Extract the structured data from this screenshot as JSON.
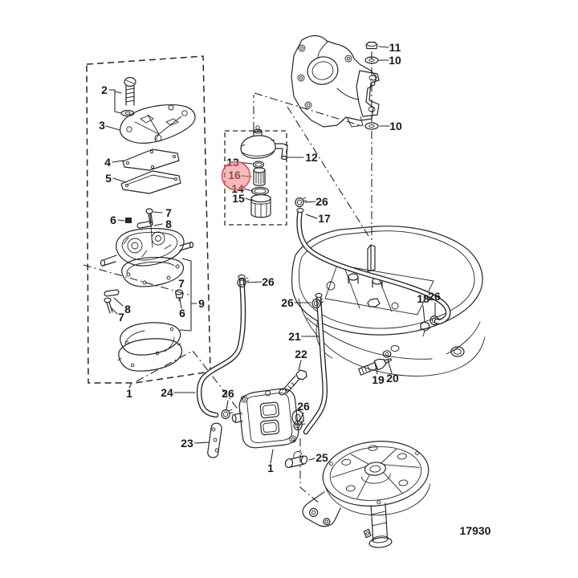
{
  "diagram": {
    "type": "exploded-parts-diagram",
    "sheet_number": "17930",
    "background_color": "#ffffff",
    "ink_color": "#262626",
    "highlight": {
      "highlighted_part": "16",
      "fill_color": "#f08080",
      "stroke_color": "#d25858"
    }
  },
  "callouts": {
    "screw_top": "2",
    "cover_top": "3",
    "diaphragm_upper": "4",
    "gasket_upper": "5",
    "valve_left": "6",
    "screw_small_top": "7",
    "pin_top": "8",
    "pin_left": "8",
    "screw_left": "7",
    "screw_right": "7",
    "valve_right": "6",
    "pump_body": "9",
    "pump_exploded": "1",
    "oring": "13",
    "filter_element": "16",
    "seal": "14",
    "bowl": "15",
    "filter_assembly": "12",
    "nut": "11",
    "washer_top": "10",
    "washer_bottom": "10",
    "clamp_hose17": "26",
    "hose_upper": "17",
    "clamp_hose24": "26",
    "clamp_hose21": "26",
    "bolt_pan": "18",
    "clamp_pan": "26",
    "hose_middle": "21",
    "bolt_pump": "22",
    "clamp_pump_left": "26",
    "hose_lower": "24",
    "bracket_plate": "23",
    "clamp_pump_right": "26",
    "clamp_loop": "25",
    "connector": "19",
    "grommet": "20",
    "pump_assembled": "1"
  }
}
